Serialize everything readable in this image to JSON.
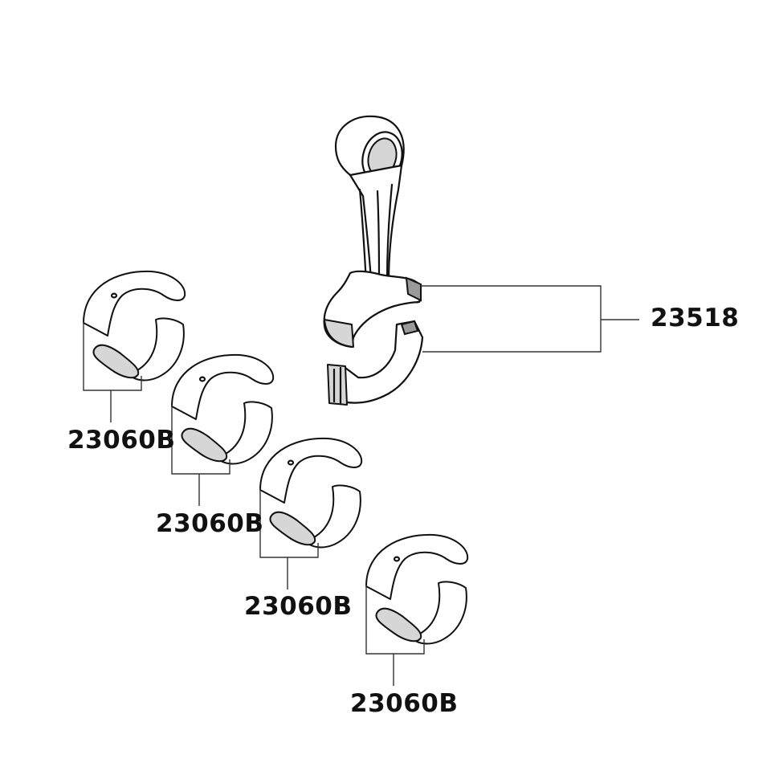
{
  "diagram": {
    "parts": [
      {
        "part_number": "23518",
        "depicts": "connecting-rod"
      },
      {
        "part_number": "23060B",
        "depicts": "bearing-shell-pair"
      },
      {
        "part_number": "23060B",
        "depicts": "bearing-shell-pair"
      },
      {
        "part_number": "23060B",
        "depicts": "bearing-shell-pair"
      },
      {
        "part_number": "23060B",
        "depicts": "bearing-shell-pair"
      }
    ],
    "colors": {
      "line": "#111111",
      "background": "#ffffff",
      "shade": "#d6d6d6"
    }
  }
}
